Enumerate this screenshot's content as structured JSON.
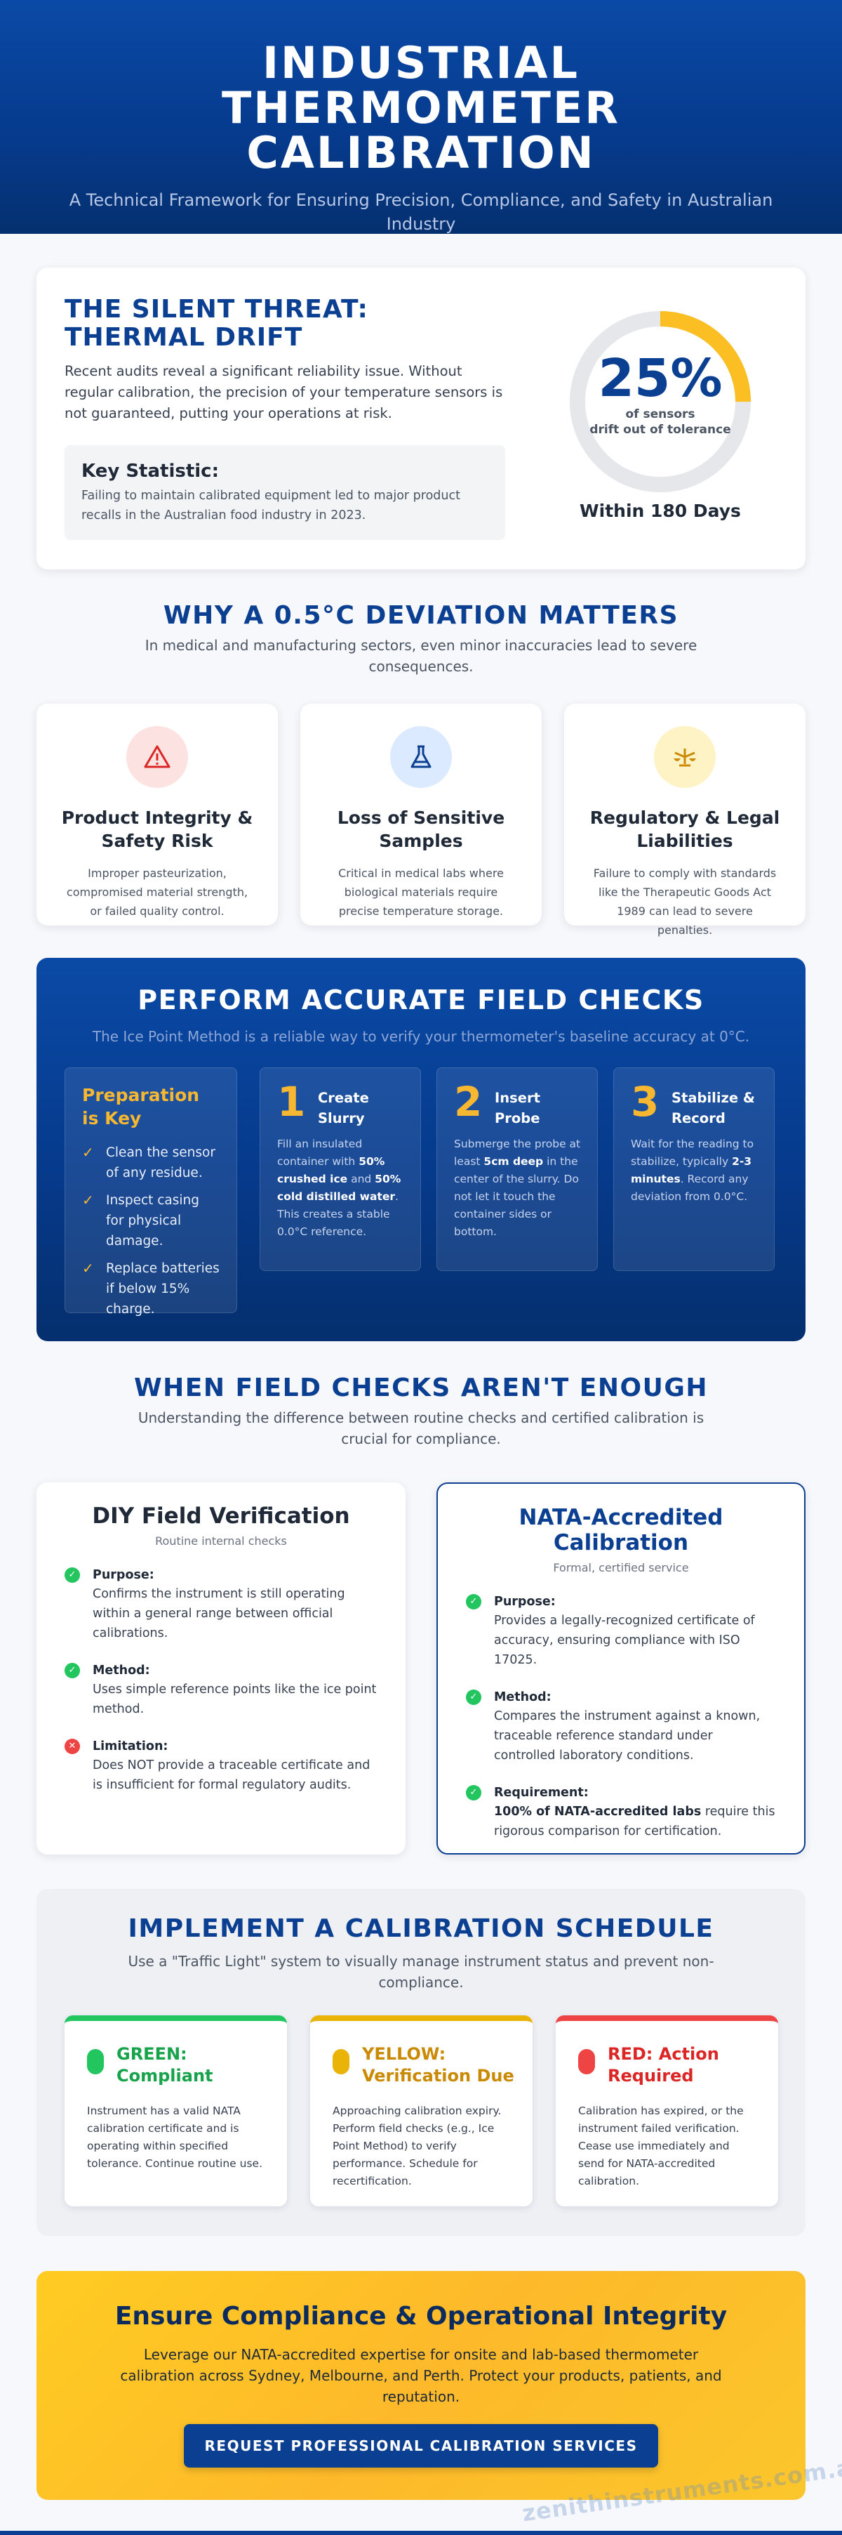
{
  "header": {
    "title": "INDUSTRIAL THERMOMETER CALIBRATION",
    "subtitle": "A Technical Framework for Ensuring Precision, Compliance, and Safety in Australian Industry"
  },
  "threat": {
    "title": "THE SILENT THREAT: THERMAL DRIFT",
    "lead": "Recent audits reveal a significant reliability issue. Without regular calibration, the precision of your temperature sensors is not guaranteed, putting your operations at risk.",
    "key_label": "Key Statistic:",
    "key_text": "Failing to maintain calibrated equipment led to major product recalls in the Australian food industry in 2023.",
    "gauge": {
      "percent": 25,
      "percent_label": "25%",
      "caption_line1": "of sensors",
      "caption_line2": "drift out of tolerance",
      "track_color": "#e5e7eb",
      "fill_color": "#fbbf24"
    },
    "within": "Within 180 Days"
  },
  "deviation": {
    "title": "WHY A 0.5°C DEVIATION MATTERS",
    "subtitle": "In medical and manufacturing sectors, even minor inaccuracies lead to severe consequences.",
    "cards": [
      {
        "icon": "warning-icon",
        "title": "Product Integrity & Safety Risk",
        "text": "Improper pasteurization, compromised material strength, or failed quality control.",
        "icon_bg": "#fde2e2",
        "icon_color": "#dc2626"
      },
      {
        "icon": "flask-icon",
        "title": "Loss of Sensitive Samples",
        "text": "Critical in medical labs where biological materials require precise temperature storage.",
        "icon_bg": "#dbeafe",
        "icon_color": "#0b3f91"
      },
      {
        "icon": "scale-icon",
        "title": "Regulatory & Legal Liabilities",
        "text": "Failure to comply with standards like the Therapeutic Goods Act 1989 can lead to severe penalties.",
        "icon_bg": "#fdf3c4",
        "icon_color": "#ca8a04"
      }
    ]
  },
  "field_checks": {
    "title": "PERFORM ACCURATE FIELD CHECKS",
    "subtitle": "The Ice Point Method is a reliable way to verify your thermometer's baseline accuracy at 0°C.",
    "prep_title": "Preparation is Key",
    "prep_items": [
      "Clean the sensor of any residue.",
      "Inspect casing for physical damage.",
      "Replace batteries if below 15% charge."
    ],
    "steps": [
      {
        "num": "1",
        "title": "Create Slurry",
        "p1": "Fill an insulated container with ",
        "b1": "50% crushed ice",
        "p2": " and ",
        "b2": "50% cold distilled water",
        "p3": ". This creates a stable 0.0°C reference."
      },
      {
        "num": "2",
        "title": "Insert Probe",
        "p1": "Submerge the probe at least ",
        "b1": "5cm deep",
        "p2": " in the center of the slurry. Do not let it touch the container sides or bottom.",
        "b2": "",
        "p3": ""
      },
      {
        "num": "3",
        "title": "Stabilize & Record",
        "p1": "Wait for the reading to stabilize, typically ",
        "b1": "2-3 minutes",
        "p2": ". Record any deviation from 0.0°C.",
        "b2": "",
        "p3": ""
      }
    ]
  },
  "compare": {
    "title": "WHEN FIELD CHECKS AREN'T ENOUGH",
    "subtitle": "Understanding the difference between routine checks and certified calibration is crucial for compliance.",
    "diy": {
      "title": "DIY Field Verification",
      "sub": "Routine internal checks",
      "items": [
        {
          "label": "Purpose:",
          "text": "Confirms the instrument is still operating within a general range between official calibrations."
        },
        {
          "label": "Method:",
          "text": "Uses simple reference points like the ice point method."
        },
        {
          "label": "Limitation:",
          "text": "Does NOT provide a traceable certificate and is insufficient for formal regulatory audits."
        }
      ]
    },
    "nata": {
      "title": "NATA-Accredited Calibration",
      "sub": "Formal, certified service",
      "items": [
        {
          "label": "Purpose:",
          "text": "Provides a legally-recognized certificate of accuracy, ensuring compliance with ISO 17025."
        },
        {
          "label": "Method:",
          "text": "Compares the instrument against a known, traceable reference standard under controlled laboratory conditions."
        },
        {
          "label": "Requirement:",
          "bold": "100% of NATA-accredited labs",
          "text": " require this rigorous comparison for certification."
        }
      ]
    }
  },
  "schedule": {
    "title": "IMPLEMENT A CALIBRATION SCHEDULE",
    "subtitle": "Use a \"Traffic Light\" system to visually manage instrument status and prevent non-compliance.",
    "lights": [
      {
        "title": "GREEN: Compliant",
        "text": "Instrument has a valid NATA calibration certificate and is operating within specified tolerance. Continue routine use.",
        "color": "#22c55e",
        "text_color": "#16a34a"
      },
      {
        "title": "YELLOW: Verification Due",
        "text": "Approaching calibration expiry. Perform field checks (e.g., Ice Point Method) to verify performance. Schedule for recertification.",
        "color": "#eab308",
        "text_color": "#ca8a04"
      },
      {
        "title": "RED: Action Required",
        "text": "Calibration has expired, or the instrument failed verification. Cease use immediately and send for NATA-accredited calibration.",
        "color": "#ef4444",
        "text_color": "#dc2626"
      }
    ]
  },
  "cta": {
    "title": "Ensure Compliance & Operational Integrity",
    "text": "Leverage our NATA-accredited expertise for onsite and lab-based thermometer calibration across Sydney, Melbourne, and Perth. Protect your products, patients, and reputation.",
    "button": "REQUEST PROFESSIONAL CALIBRATION SERVICES"
  },
  "watermark": "zenithinstruments.com.au"
}
